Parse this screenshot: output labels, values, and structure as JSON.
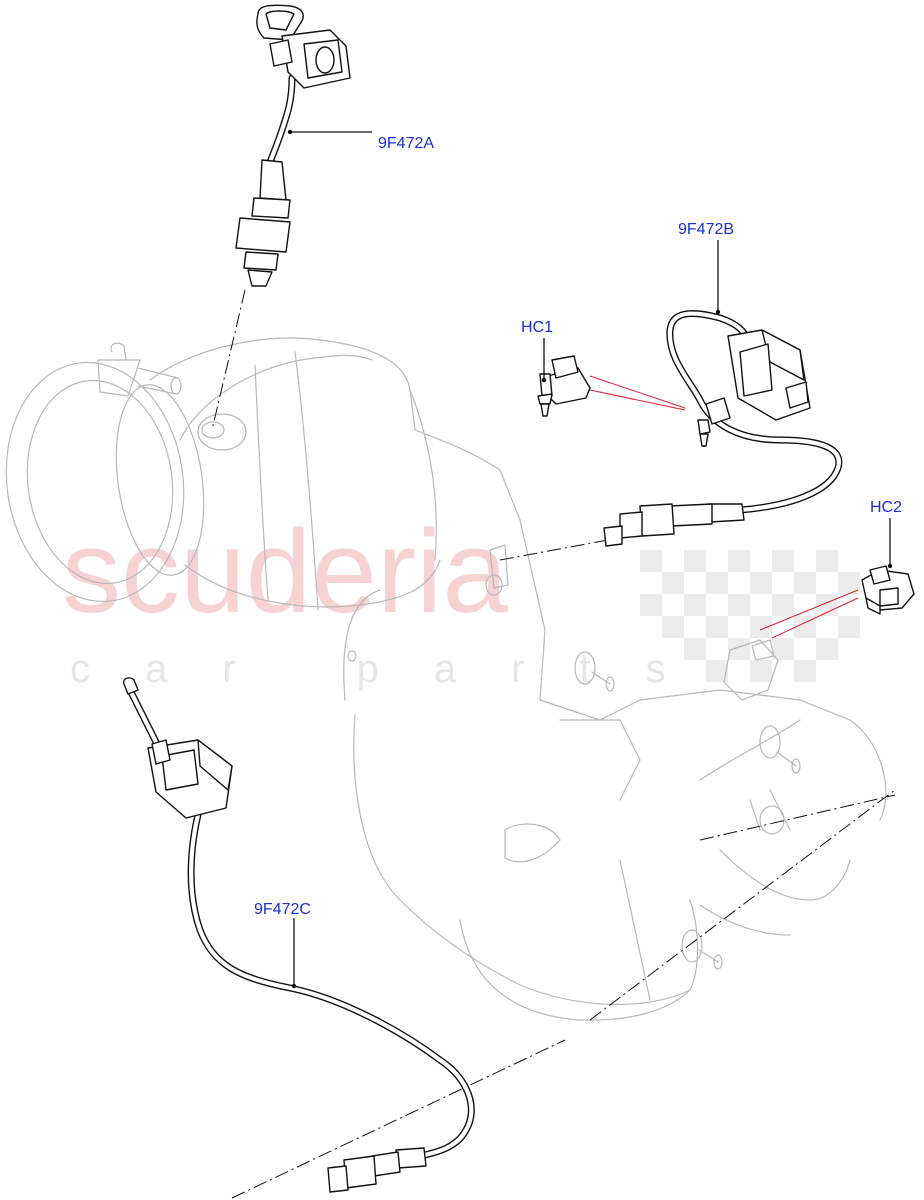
{
  "watermark": {
    "brand": "scuderia",
    "tagline": "car parts"
  },
  "callouts": {
    "sensor_a": "9F472A",
    "sensor_b": "9F472B",
    "sensor_c": "9F472C",
    "clip_hc1": "HC1",
    "clip_hc2": "HC2"
  },
  "colors": {
    "callout_text": "#1a2fd6",
    "indicator_line": "#e0202a",
    "watermark": "#f3c4c4"
  }
}
